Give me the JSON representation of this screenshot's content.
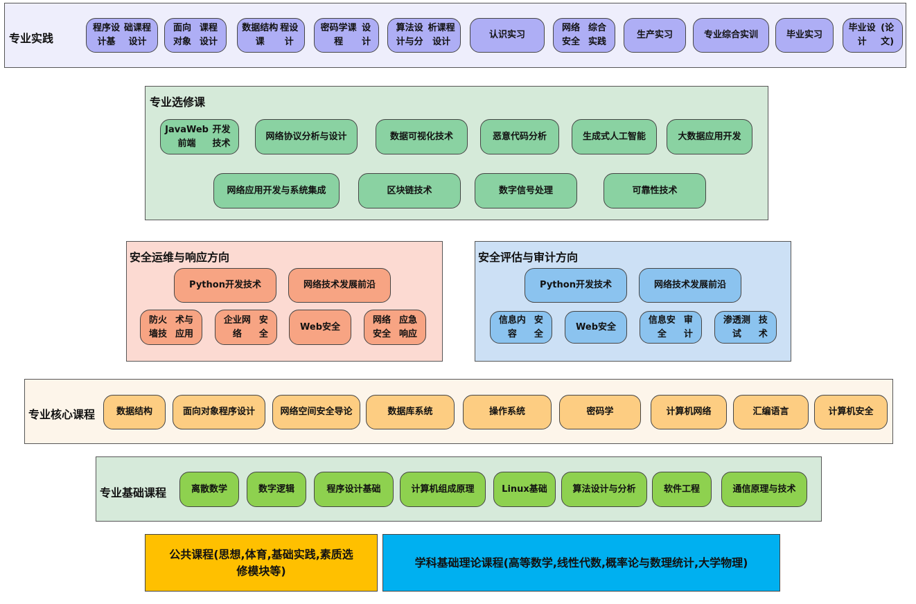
{
  "practice": {
    "title": "专业实践",
    "items": [
      {
        "l1": "程序设计基",
        "l2": "础课程设计"
      },
      {
        "l1": "面向对象",
        "l2": "课程设计"
      },
      {
        "l1": "数据结构课",
        "l2": "程设计"
      },
      {
        "l1": "密码学课程",
        "l2": "设计"
      },
      {
        "l1": "算法设计与分",
        "l2": "析课程设计"
      },
      {
        "l1": "认识实习",
        "l2": ""
      },
      {
        "l1": "网络安全",
        "l2": "综合实践"
      },
      {
        "l1": "生产实习",
        "l2": ""
      },
      {
        "l1": "专业综合实训",
        "l2": ""
      },
      {
        "l1": "毕业实习",
        "l2": ""
      },
      {
        "l1": "毕业设计",
        "l2": "(论文)"
      }
    ]
  },
  "electives": {
    "title": "专业选修课",
    "items": [
      {
        "l1": "JavaWeb前端",
        "l2": "开发技术"
      },
      {
        "l1": "网络协议分析与设",
        "l2": "计"
      },
      {
        "l1": "数据可视化技术",
        "l2": ""
      },
      {
        "l1": "恶意代码分析",
        "l2": ""
      },
      {
        "l1": "生成式人工智能",
        "l2": ""
      },
      {
        "l1": "大数据应用开发",
        "l2": ""
      },
      {
        "l1": "网络应用开发与系统集成",
        "l2": ""
      },
      {
        "l1": "区块链技术",
        "l2": ""
      },
      {
        "l1": "数字信号处理",
        "l2": ""
      },
      {
        "l1": "可靠性技术",
        "l2": ""
      }
    ]
  },
  "ops": {
    "title": "安全运维与响应方向",
    "items": [
      {
        "l1": "Python开发技术",
        "l2": ""
      },
      {
        "l1": "网络技术发展前沿",
        "l2": ""
      },
      {
        "l1": "防火墙技",
        "l2": "术与应用"
      },
      {
        "l1": "企业网络",
        "l2": "安全"
      },
      {
        "l1": "Web安全",
        "l2": ""
      },
      {
        "l1": "网络安全",
        "l2": "应急响应"
      }
    ]
  },
  "audit": {
    "title": "安全评估与审计方向",
    "items": [
      {
        "l1": "Python开发技术",
        "l2": ""
      },
      {
        "l1": "网络技术发展前沿",
        "l2": ""
      },
      {
        "l1": "信息内容",
        "l2": "安全"
      },
      {
        "l1": "Web安全",
        "l2": ""
      },
      {
        "l1": "信息安全",
        "l2": "审计"
      },
      {
        "l1": "渗透测试",
        "l2": "技术"
      }
    ]
  },
  "core": {
    "title": "专业核心课程",
    "items": [
      {
        "l1": "数据结构",
        "l2": ""
      },
      {
        "l1": "面向对象程序设计",
        "l2": ""
      },
      {
        "l1": "网络空间安全导",
        "l2": "论"
      },
      {
        "l1": "数据库系统",
        "l2": ""
      },
      {
        "l1": "操作系统",
        "l2": ""
      },
      {
        "l1": "密码学",
        "l2": ""
      },
      {
        "l1": "计算机网络",
        "l2": ""
      },
      {
        "l1": "汇编语言",
        "l2": ""
      },
      {
        "l1": "计算机安全",
        "l2": ""
      }
    ]
  },
  "basic": {
    "title": "专业基础课程",
    "items": [
      {
        "l1": "离散数学",
        "l2": ""
      },
      {
        "l1": "数字逻辑",
        "l2": ""
      },
      {
        "l1": "程序设计基础",
        "l2": ""
      },
      {
        "l1": "计算机组成原理",
        "l2": ""
      },
      {
        "l1": "Linux基础",
        "l2": ""
      },
      {
        "l1": "算法设计与分析",
        "l2": ""
      },
      {
        "l1": "软件工程",
        "l2": ""
      },
      {
        "l1": "通信原理与技术",
        "l2": ""
      }
    ]
  },
  "public": {
    "l1": "公共课程(思想,体育,基础实践,素质选",
    "l2": "修模块等)"
  },
  "theory": {
    "l1": "学科基础理论课程(高等数学,线性代数,概率论与数理统计,大学物理)"
  },
  "colors": {
    "practice_box": "#aeaef5",
    "elective_box": "#8ad2a2",
    "ops_box": "#f7a483",
    "audit_box": "#8bc3ef",
    "core_box": "#fdcd82",
    "basic_box": "#8ed14f",
    "public_box": "#ffc000",
    "theory_box": "#00b0f0"
  }
}
